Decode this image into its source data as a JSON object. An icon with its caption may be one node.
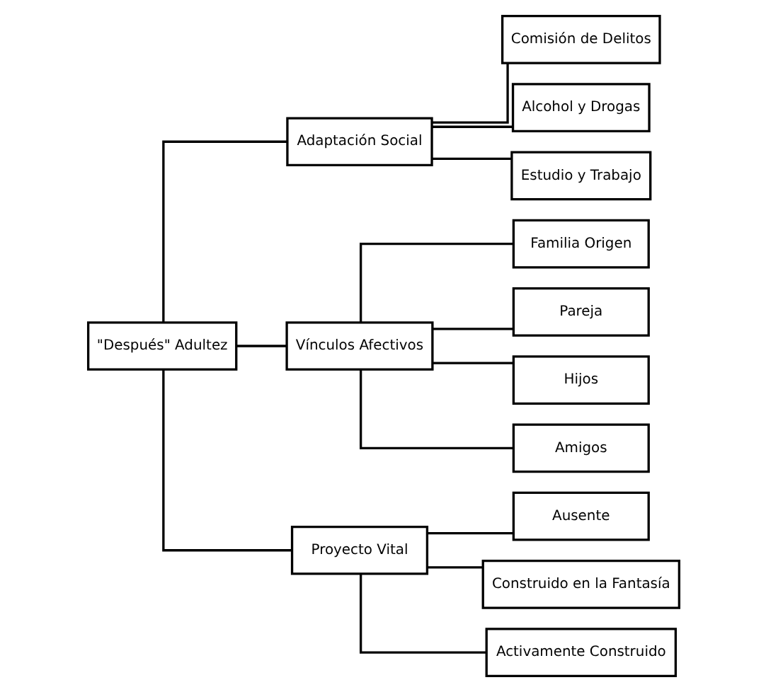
{
  "diagram": {
    "nodes": [
      {
        "text": [
          "\"Después\" Adultez"
        ]
      },
      {
        "text": [
          "Adaptación Social"
        ]
      },
      {
        "text": [
          "Vínculos Afectivos"
        ]
      },
      {
        "text": [
          "Proyecto Vital"
        ]
      },
      {
        "text": [
          "Comisión de Delitos"
        ]
      },
      {
        "text": [
          "Alcohol y Drogas"
        ]
      },
      {
        "text": [
          "Estudio y Trabajo"
        ]
      },
      {
        "text": [
          "Familia Origen"
        ]
      },
      {
        "text": [
          "Pareja"
        ]
      },
      {
        "text": [
          "Hijos"
        ]
      },
      {
        "text": [
          "Amigos"
        ]
      },
      {
        "text": [
          "Ausente"
        ]
      },
      {
        "text": [
          "Construido en la Fantasía"
        ]
      },
      {
        "text": [
          "Activamente Construido"
        ]
      }
    ],
    "edges": [
      {
        "from": 0,
        "to": 1,
        "arrow": "none"
      },
      {
        "from": 0,
        "to": 2,
        "arrow": "none"
      },
      {
        "from": 0,
        "to": 3,
        "arrow": "none"
      },
      {
        "from": 1,
        "to": 4,
        "arrow": "none"
      },
      {
        "from": 1,
        "to": 5,
        "arrow": "none"
      },
      {
        "from": 1,
        "to": 6,
        "arrow": "none"
      },
      {
        "from": 2,
        "to": 7,
        "arrow": "none"
      },
      {
        "from": 2,
        "to": 8,
        "arrow": "none"
      },
      {
        "from": 2,
        "to": 9,
        "arrow": "none"
      },
      {
        "from": 2,
        "to": 10,
        "arrow": "none"
      },
      {
        "from": 3,
        "to": 11,
        "arrow": "none"
      },
      {
        "from": 3,
        "to": 12,
        "arrow": "none"
      },
      {
        "from": 3,
        "to": 13,
        "arrow": "none"
      }
    ]
  }
}
